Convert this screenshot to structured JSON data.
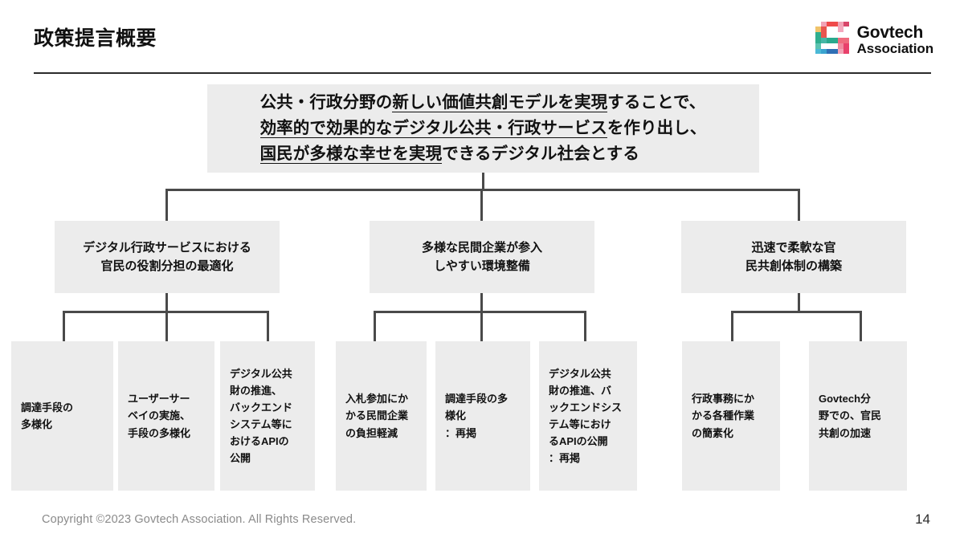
{
  "header": {
    "title": "政策提言概要",
    "logo": {
      "line1": "Govtech",
      "line2": "Association",
      "mark_name": "govtech-g-mark"
    }
  },
  "diagram": {
    "root": {
      "lines": [
        [
          {
            "text": "公共・行政分野の",
            "underline": false
          },
          {
            "text": "新しい価値共創モデルを実現",
            "underline": true
          },
          {
            "text": "することで、",
            "underline": false
          }
        ],
        [
          {
            "text": "効率的で効果的なデジタル公共・行政サービス",
            "underline": true
          },
          {
            "text": "を作り出し、",
            "underline": false
          }
        ],
        [
          {
            "text": "国民が多様な幸せを実現",
            "underline": true
          },
          {
            "text": "できるデジタル社会とする",
            "underline": false
          }
        ]
      ],
      "plain_text": "公共・行政分野の新しい価値共創モデルを実現することで、効率的で効果的なデジタル公共・行政サービスを作り出し、国民が多様な幸せを実現できるデジタル社会とする"
    },
    "branches": [
      {
        "label": "デジタル行政サービスにおける\n官民の役割分担の最適化",
        "leaves": [
          {
            "label": "調達手段の\n多様化"
          },
          {
            "label": "ユーザーサー\nベイの実施、\n手段の多様化"
          },
          {
            "label": "デジタル公共\n財の推進、\nバックエンド\nシステム等に\nおけるAPIの\n公開"
          }
        ]
      },
      {
        "label": "多様な民間企業が参入\nしやすい環境整備",
        "leaves": [
          {
            "label": "入札参加にか\nかる民間企業\nの負担軽減"
          },
          {
            "label": "調達手段の多\n様化\n：再掲"
          },
          {
            "label": "デジタル公共\n財の推進、バ\nックエンドシス\nテム等におけ\nるAPIの公開\n：再掲"
          }
        ]
      },
      {
        "label": "迅速で柔軟な官\n民共創体制の構築",
        "leaves": [
          {
            "label": "行政事務にか\nかる各種作業\nの簡素化"
          },
          {
            "label": "Govtech分\n野での、官民\n共創の加速"
          }
        ]
      }
    ]
  },
  "footer": {
    "copyright": "Copyright ©2023 Govtech Association. All Rights Reserved.",
    "page_number": "14"
  },
  "colors": {
    "box_fill": "#ececec",
    "connector": "#4a4a4a",
    "rule": "#2b2b2b",
    "footer_text": "#8a8a8a"
  }
}
